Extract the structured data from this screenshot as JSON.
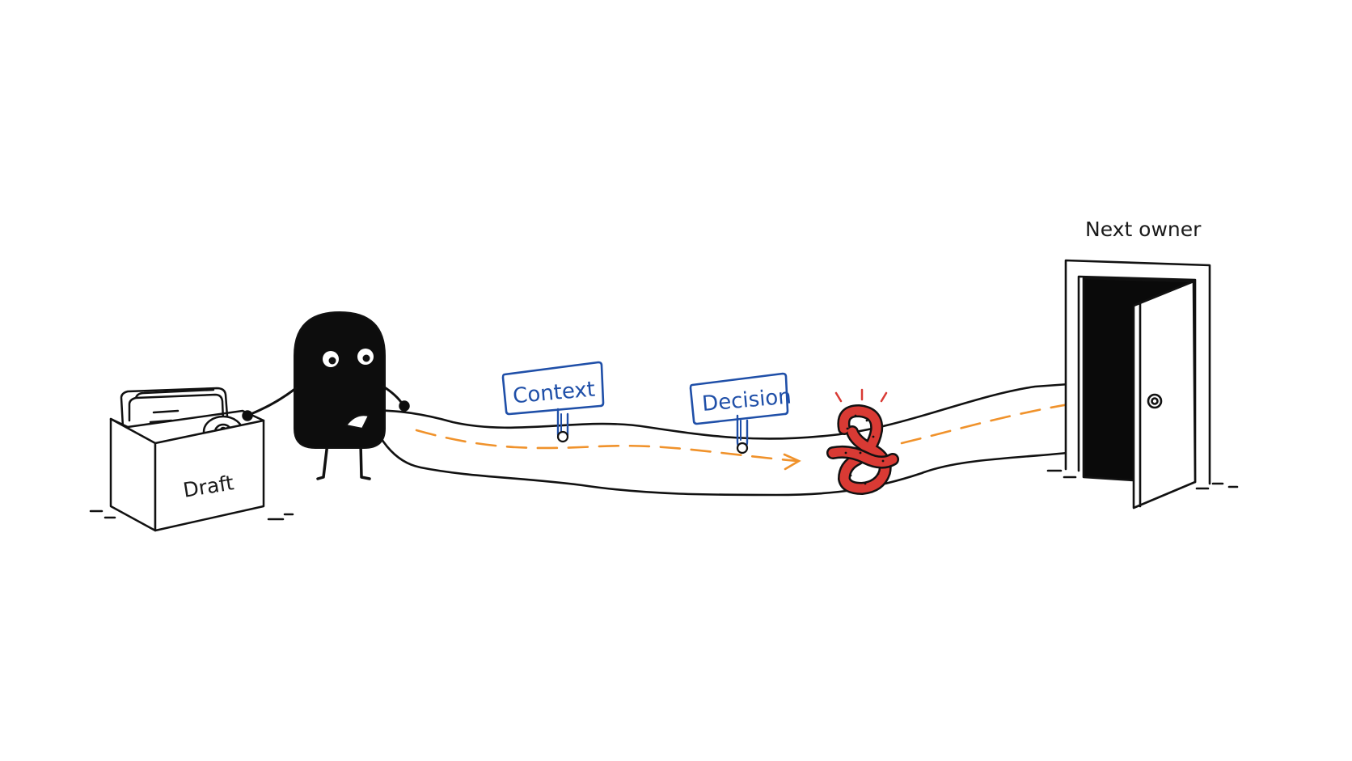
{
  "labels": {
    "draft": "Draft",
    "context": "Context",
    "decision": "Decision",
    "next_owner": "Next owner"
  },
  "colors": {
    "ink": "#111111",
    "tag_blue": "#1f4fa8",
    "arrow_orange": "#f0922b",
    "knot_red": "#d93a34"
  },
  "icons": {
    "creature": "blob-creature-icon",
    "box": "draft-box-icon",
    "knot": "knot-icon",
    "door": "open-door-icon"
  }
}
